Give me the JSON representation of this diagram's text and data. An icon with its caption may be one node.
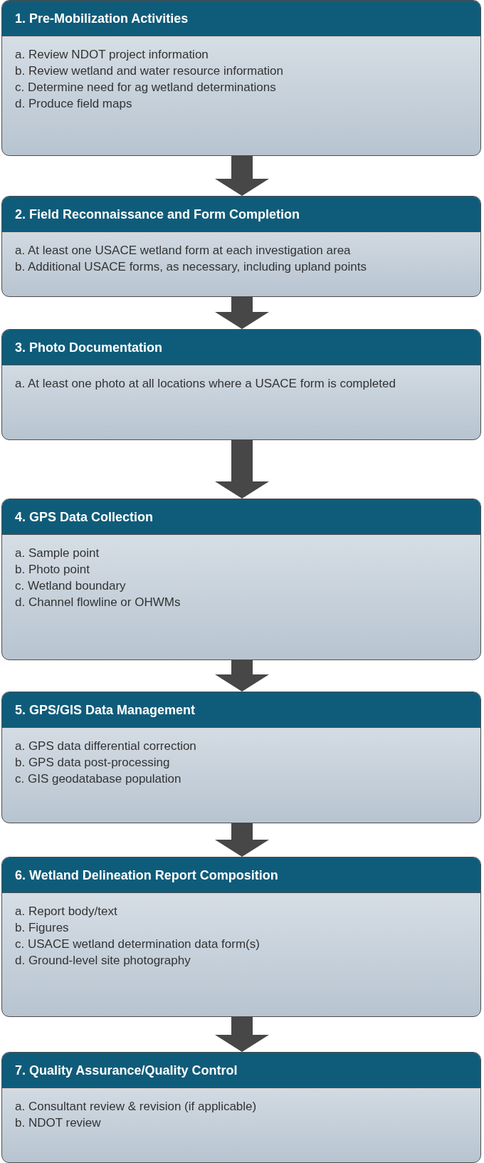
{
  "diagram": {
    "nodes": [
      {
        "text": [
          "1. Pre-Mobilization Activities",
          "a. Review NDOT project information",
          "b. Review wetland and water resource information",
          "c. Determine need for ag wetland determinations",
          "d. Produce field maps"
        ]
      },
      {
        "text": [
          "2. Field Reconnaissance and Form Completion",
          "a. At least one USACE wetland form at each investigation area",
          "b. Additional USACE forms, as necessary, including upland points"
        ]
      },
      {
        "text": [
          "3. Photo Documentation",
          "a. At least one photo at all locations where a USACE form is completed"
        ]
      },
      {
        "text": [
          "4. GPS Data Collection",
          "a. Sample point",
          "b. Photo point",
          "c. Wetland boundary",
          "d. Channel flowline or OHWMs"
        ]
      },
      {
        "text": [
          "5. GPS/GIS Data Management",
          "a. GPS data differential correction",
          "b. GPS data post-processing",
          "c. GIS geodatabase population"
        ]
      },
      {
        "text": [
          "6. Wetland Delineation Report Composition",
          "a. Report body/text",
          "b. Figures",
          "c. USACE wetland determination data form(s)",
          "d. Ground-level site photography"
        ]
      },
      {
        "text": [
          "7. Quality Assurance/Quality Control",
          "a. Consultant review & revision (if applicable)",
          "b. NDOT review"
        ]
      }
    ],
    "edges": [
      {
        "from": 0,
        "to": 1,
        "arrow": "to"
      },
      {
        "from": 1,
        "to": 2,
        "arrow": "to"
      },
      {
        "from": 2,
        "to": 3,
        "arrow": "to"
      },
      {
        "from": 3,
        "to": 4,
        "arrow": "to"
      },
      {
        "from": 4,
        "to": 5,
        "arrow": "to"
      },
      {
        "from": 5,
        "to": 6,
        "arrow": "to"
      }
    ]
  }
}
